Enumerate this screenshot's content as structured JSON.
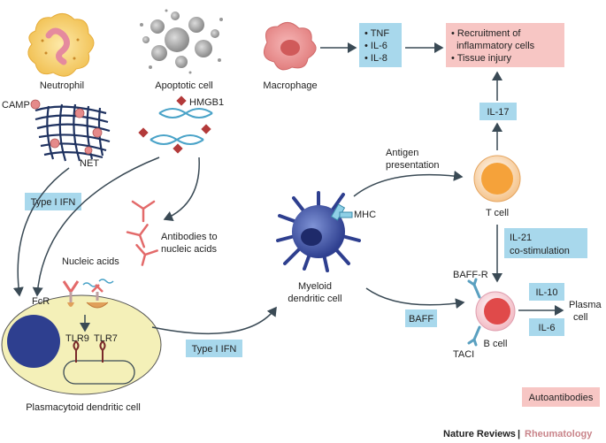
{
  "labels": {
    "neutrophil": "Neutrophil",
    "apoptotic_cell": "Apoptotic cell",
    "macrophage": "Macrophage",
    "camp": "CAMP",
    "net": "NET",
    "hmgb1": "HMGB1",
    "antibodies_1": "Antibodies to",
    "antibodies_2": "nucleic acids",
    "nucleic_acids": "Nucleic acids",
    "fcr": "FcR",
    "tlr9": "TLR9",
    "tlr7": "TLR7",
    "pdc": "Plasmacytoid dendritic cell",
    "antigen_1": "Antigen",
    "antigen_2": "presentation",
    "mhc": "MHC",
    "mdc_1": "Myeloid",
    "mdc_2": "dendritic cell",
    "t_cell": "T cell",
    "b_cell": "B cell",
    "baff_r": "BAFF-R",
    "taci": "TACI",
    "plasma_1": "Plasma",
    "plasma_2": "cell"
  },
  "boxes": {
    "cytokines": [
      "• TNF",
      "• IL-6",
      "• IL-8"
    ],
    "outcome": [
      "• Recruitment of",
      "  inflammatory cells",
      "• Tissue injury"
    ],
    "il17": "IL-17",
    "type1ifn_left": "Type I IFN",
    "type1ifn_bottom": "Type I IFN",
    "il21_1": "IL-21",
    "il21_2": "co-stimulation",
    "baff": "BAFF",
    "il10": "IL-10",
    "il6": "IL-6",
    "autoantibodies": "Autoantibodies"
  },
  "footer": {
    "journal": "Nature Reviews",
    "separator": "|",
    "section": "Rheumatology"
  },
  "colors": {
    "blue_box": "#a8d8ec",
    "pink_box": "#f7c6c4",
    "arrow": "#3a4a55",
    "pdc_cell": "#f4f0b8",
    "pdc_nucleus": "#2e3f8f",
    "myeloid": "#4a5fa8",
    "t_cell": "#f5b04a",
    "b_cell": "#e04a4a",
    "net": "#1f3260",
    "camp": "#e58a8a",
    "hmgb1": "#b33a3a",
    "dna": "#4aa3c8",
    "antibody": "#e36a6a"
  }
}
